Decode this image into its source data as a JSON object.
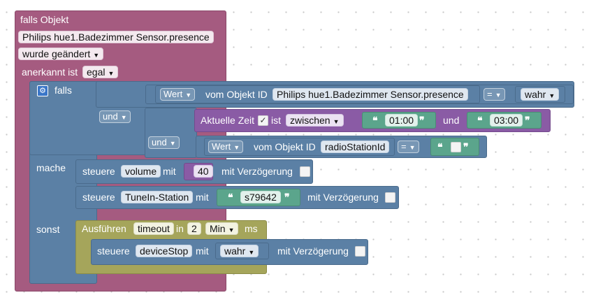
{
  "header": {
    "label": "falls Objekt",
    "object_id": "Philips hue1.Badezimmer Sensor.presence",
    "trigger": "wurde geändert",
    "ack_label": "anerkannt ist",
    "ack_value": "egal"
  },
  "if_block": {
    "falls": "falls",
    "mache": "mache",
    "sonst": "sonst",
    "und_1": "und",
    "und_2": "und"
  },
  "cond1": {
    "wert": "Wert",
    "vom_objekt": "vom Objekt ID",
    "object_id": "Philips hue1.Badezimmer Sensor.presence",
    "op": "=",
    "value": "wahr"
  },
  "time_block": {
    "label": "Aktuelle Zeit",
    "ist": "ist",
    "range": "zwischen",
    "from": "01:00",
    "und": "und",
    "to": "03:00"
  },
  "cond3": {
    "wert": "Wert",
    "vom_objekt": "vom Objekt ID",
    "object_id": "radioStationId",
    "op": "="
  },
  "action1": {
    "label": "steuere",
    "target": "volume",
    "mit": "mit",
    "value": "40",
    "delay": "mit Verzögerung"
  },
  "action2": {
    "label": "steuere",
    "target": "TuneIn-Station",
    "mit": "mit",
    "value": "s79642",
    "delay": "mit Verzögerung"
  },
  "timeout_block": {
    "label": "Ausführen",
    "name": "timeout",
    "in": "in",
    "amount": "2",
    "unit": "Min",
    "ms": "ms"
  },
  "action3": {
    "label": "steuere",
    "target": "deviceStop",
    "mit": "mit",
    "value": "wahr",
    "delay": "mit Verzögerung"
  },
  "colors": {
    "event": "#a55b80",
    "logic": "#5b80a5",
    "time": "#8a5ba5",
    "timeout": "#a5a55b",
    "text": "#5ba58c"
  }
}
